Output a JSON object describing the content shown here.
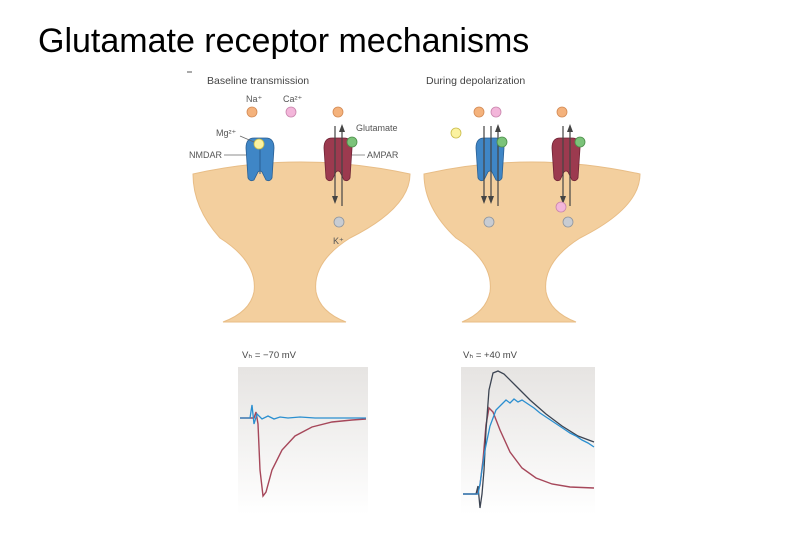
{
  "slide": {
    "title": "Glutamate receptor mechanisms"
  },
  "panels": {
    "left_heading": "Baseline transmission",
    "right_heading": "During depolarization"
  },
  "labels": {
    "na": "Na⁺",
    "ca": "Ca²⁺",
    "mg": "Mg²⁺",
    "glutamate": "Glutamate",
    "nmdar": "NMDAR",
    "ampar": "AMPAR",
    "k": "K⁺"
  },
  "traces": {
    "left_vh": "Vₕ = −70 mV",
    "right_vh": "Vₕ = +40 mV"
  },
  "colors": {
    "spine": "#f3cf9e",
    "spine_edge": "#e8bd86",
    "nmdar": "#3f86c6",
    "ampar": "#9c3a4f",
    "na_ion": "#f4b27c",
    "ca_ion": "#f3b6da",
    "mg_ion": "#fbf2a0",
    "glutamate": "#7cc37a",
    "k_ion": "#c8ccd2",
    "trace_blue": "#2b8fd0",
    "trace_red": "#a6475a",
    "trace_dark": "#3c4452"
  }
}
